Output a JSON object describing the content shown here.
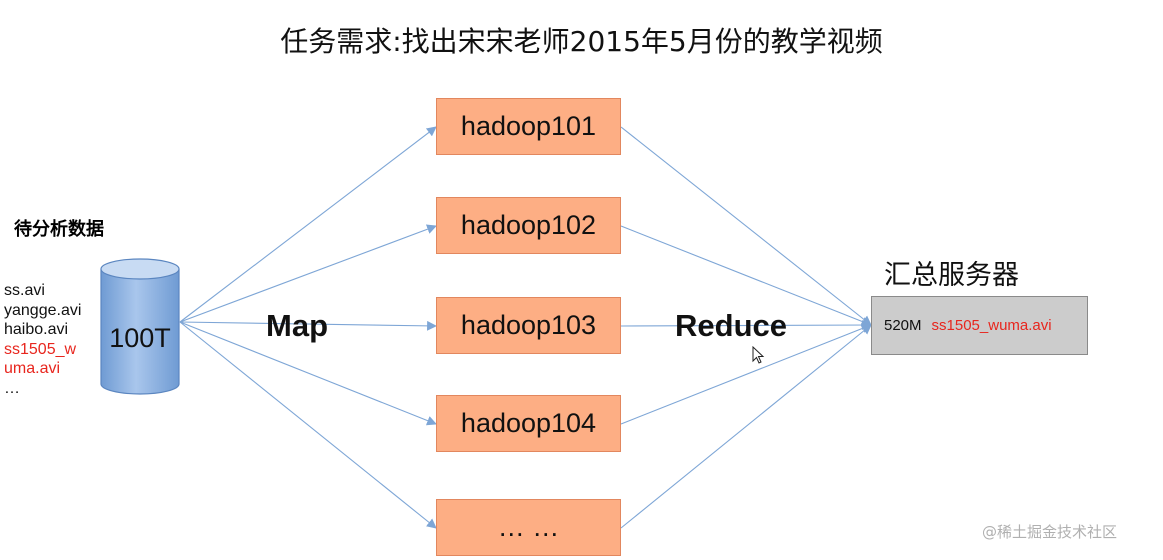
{
  "title": "任务需求:找出宋宋老师2015年5月份的教学视频",
  "source": {
    "label": "待分析数据",
    "files": [
      {
        "text": "ss.avi",
        "highlight": false
      },
      {
        "text": "yangge.avi",
        "highlight": false
      },
      {
        "text": "haibo.avi",
        "highlight": false
      },
      {
        "text": "ss1505_w",
        "highlight": true
      },
      {
        "text": "uma.avi",
        "highlight": true
      },
      {
        "text": "…",
        "highlight": false
      }
    ],
    "database_label": "100T"
  },
  "map_label": "Map",
  "reduce_label": "Reduce",
  "nodes": [
    {
      "label": "hadoop101"
    },
    {
      "label": "hadoop102"
    },
    {
      "label": "hadoop103"
    },
    {
      "label": "hadoop104"
    },
    {
      "label": "… …"
    }
  ],
  "server": {
    "title": "汇总服务器",
    "size": "520M",
    "filename": "ss1505_wuma.avi"
  },
  "watermark": "@稀土掘金技术社区",
  "colors": {
    "node_fill": "#fdae84",
    "node_border": "#e2875e",
    "arrow": "#7ea6d6",
    "cylinder": "#8db3e2",
    "server_fill": "#cccccc",
    "highlight_text": "#e8261e"
  }
}
